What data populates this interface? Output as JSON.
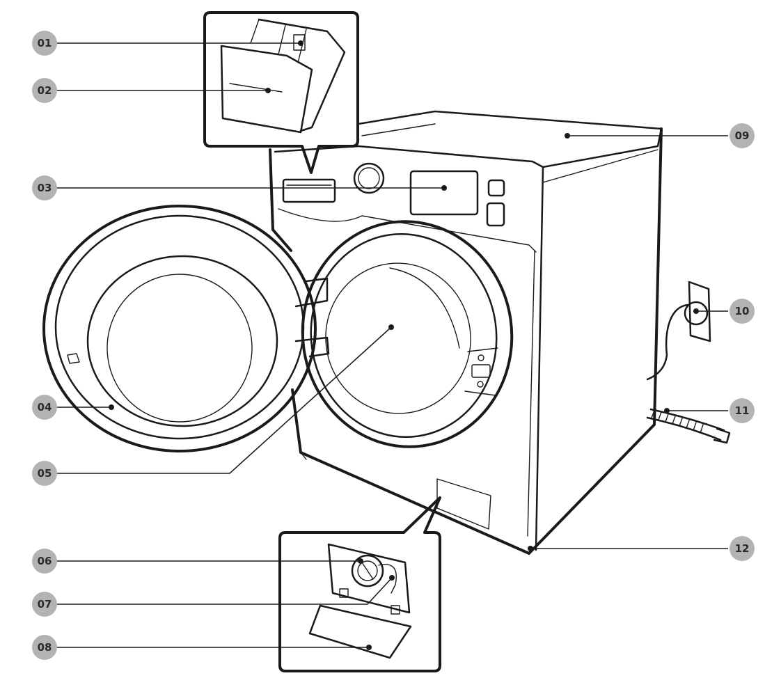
{
  "callouts": [
    {
      "id": "01",
      "label": "01"
    },
    {
      "id": "02",
      "label": "02"
    },
    {
      "id": "03",
      "label": "03"
    },
    {
      "id": "04",
      "label": "04"
    },
    {
      "id": "05",
      "label": "05"
    },
    {
      "id": "06",
      "label": "06"
    },
    {
      "id": "07",
      "label": "07"
    },
    {
      "id": "08",
      "label": "08"
    },
    {
      "id": "09",
      "label": "09"
    },
    {
      "id": "10",
      "label": "10"
    },
    {
      "id": "11",
      "label": "11"
    },
    {
      "id": "12",
      "label": "12"
    }
  ],
  "colors": {
    "line": "#1a1a1a",
    "badge": "#b3b3b3",
    "badge_text": "#2a2a2a"
  }
}
